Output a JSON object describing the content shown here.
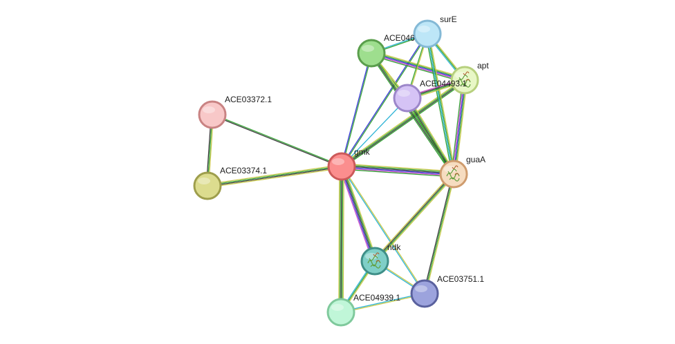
{
  "network": {
    "nodes": [
      {
        "id": "surE",
        "label": "surE",
        "fill": "#bde6f7",
        "stroke": "#84b9d6",
        "icon": "protein-structure-icon",
        "has_structure": false
      },
      {
        "id": "ACE046",
        "label": "ACE046",
        "fill": "#9ede8e",
        "stroke": "#5a9e4c",
        "icon": "",
        "has_structure": false
      },
      {
        "id": "apt",
        "label": "apt",
        "fill": "#e8f7c6",
        "stroke": "#b7d07e",
        "icon": "protein-structure-icon",
        "has_structure": true
      },
      {
        "id": "ACE04493.1",
        "label": "ACE04493.1",
        "fill": "#d5c3f5",
        "stroke": "#9c86c9",
        "icon": "",
        "has_structure": false
      },
      {
        "id": "ACE03372.1",
        "label": "ACE03372.1",
        "fill": "#f8c8c8",
        "stroke": "#c98383",
        "icon": "",
        "has_structure": false
      },
      {
        "id": "gmk",
        "label": "gmk",
        "fill": "#fb8e8e",
        "stroke": "#cc5a5a",
        "icon": "",
        "has_structure": false
      },
      {
        "id": "guaA",
        "label": "guaA",
        "fill": "#f6dcc0",
        "stroke": "#cf9c6e",
        "icon": "protein-structure-icon",
        "has_structure": true
      },
      {
        "id": "ACE03374.1",
        "label": "ACE03374.1",
        "fill": "#dcdc8e",
        "stroke": "#9e9e4c",
        "icon": "",
        "has_structure": false
      },
      {
        "id": "ndk",
        "label": "ndk",
        "fill": "#7fcfc7",
        "stroke": "#3f8f88",
        "icon": "protein-structure-icon",
        "has_structure": true
      },
      {
        "id": "ACE03751.1",
        "label": "ACE03751.1",
        "fill": "#9ca3dd",
        "stroke": "#5a619e",
        "icon": "",
        "has_structure": false
      },
      {
        "id": "ACE04939.1",
        "label": "ACE04939.1",
        "fill": "#c0f6d8",
        "stroke": "#7fc99c",
        "icon": "",
        "has_structure": false
      }
    ],
    "edges": [
      {
        "source": "ACE03372.1",
        "target": "ACE03374.1",
        "colors": [
          "#c8c84a",
          "#35a335",
          "#3a3a3a"
        ]
      },
      {
        "source": "ACE03372.1",
        "target": "gmk",
        "colors": [
          "#35a335",
          "#3a3a3a"
        ]
      },
      {
        "source": "ACE03374.1",
        "target": "gmk",
        "colors": [
          "#c8c84a",
          "#35a335",
          "#3a3a3a",
          "#c8c84a"
        ]
      },
      {
        "source": "gmk",
        "target": "guaA",
        "colors": [
          "#c8c84a",
          "#35a335",
          "#3a3a3a",
          "#3535d6",
          "#c94fc9",
          "#35a335"
        ]
      },
      {
        "source": "gmk",
        "target": "ndk",
        "colors": [
          "#c8c84a",
          "#35a335",
          "#3a3a3a",
          "#3535d6",
          "#c94fc9"
        ]
      },
      {
        "source": "gmk",
        "target": "ACE04939.1",
        "colors": [
          "#c8c84a",
          "#35a335",
          "#3a3a3a",
          "#35a335",
          "#c8c84a"
        ]
      },
      {
        "source": "gmk",
        "target": "ACE03751.1",
        "colors": [
          "#c8c84a",
          "#2fb4d6"
        ]
      },
      {
        "source": "gmk",
        "target": "ACE046",
        "colors": [
          "#3535d6",
          "#35a335"
        ]
      },
      {
        "source": "gmk",
        "target": "surE",
        "colors": [
          "#3535d6",
          "#35a335"
        ]
      },
      {
        "source": "gmk",
        "target": "apt",
        "colors": [
          "#c8c84a",
          "#35a335",
          "#3a3a3a",
          "#35a335"
        ]
      },
      {
        "source": "gmk",
        "target": "ACE04493.1",
        "colors": [
          "#2fb4d6"
        ]
      },
      {
        "source": "ACE046",
        "target": "surE",
        "colors": [
          "#2fb4d6",
          "#35a335"
        ]
      },
      {
        "source": "ACE046",
        "target": "apt",
        "colors": [
          "#c8c84a",
          "#35a335",
          "#3535d6",
          "#c94fc9",
          "#35a335"
        ]
      },
      {
        "source": "ACE046",
        "target": "ACE04493.1",
        "colors": [
          "#c8c84a",
          "#35a335"
        ]
      },
      {
        "source": "ACE046",
        "target": "guaA",
        "colors": [
          "#c8c84a",
          "#35a335",
          "#3a3a3a",
          "#35a335"
        ]
      },
      {
        "source": "surE",
        "target": "apt",
        "colors": [
          "#c8c84a",
          "#35a335",
          "#2fb4d6"
        ]
      },
      {
        "source": "surE",
        "target": "ACE04493.1",
        "colors": [
          "#c8c84a",
          "#35a335"
        ]
      },
      {
        "source": "surE",
        "target": "guaA",
        "colors": [
          "#c8c84a",
          "#35a335",
          "#2fb4d6",
          "#35a335"
        ]
      },
      {
        "source": "apt",
        "target": "ACE04493.1",
        "colors": [
          "#c8c84a",
          "#35a335",
          "#3a3a3a",
          "#c94fc9"
        ]
      },
      {
        "source": "apt",
        "target": "guaA",
        "colors": [
          "#c8c84a",
          "#35a335",
          "#3535d6",
          "#c94fc9",
          "#35a335"
        ]
      },
      {
        "source": "ACE04493.1",
        "target": "guaA",
        "colors": [
          "#c8c84a",
          "#35a335",
          "#3a3a3a",
          "#35a335"
        ]
      },
      {
        "source": "guaA",
        "target": "ndk",
        "colors": [
          "#c8c84a",
          "#35a335",
          "#3a3a3a",
          "#c8c84a"
        ]
      },
      {
        "source": "guaA",
        "target": "ACE03751.1",
        "colors": [
          "#c8c84a",
          "#35a335",
          "#3a3a3a"
        ]
      },
      {
        "source": "ndk",
        "target": "ACE04939.1",
        "colors": [
          "#c8c84a",
          "#35a335",
          "#2fb4d6"
        ]
      },
      {
        "source": "ndk",
        "target": "ACE03751.1",
        "colors": [
          "#c8c84a",
          "#2fb4d6"
        ]
      },
      {
        "source": "ACE04939.1",
        "target": "ACE03751.1",
        "colors": [
          "#2fb4d6",
          "#c8c84a"
        ]
      }
    ]
  }
}
